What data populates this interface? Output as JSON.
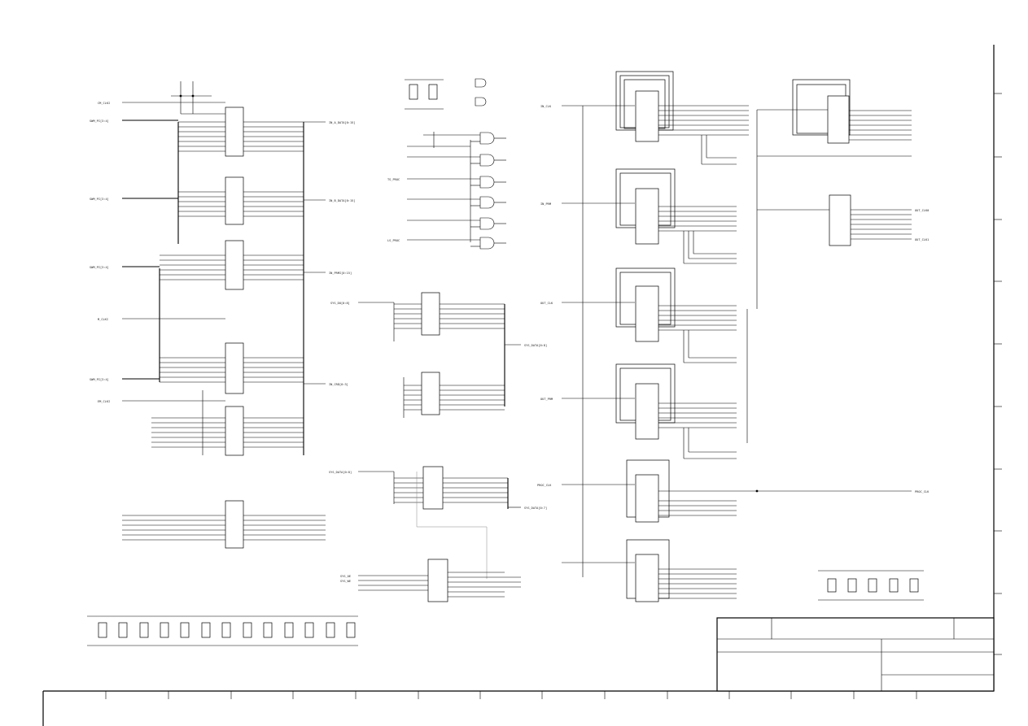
{
  "sheet": {
    "border_zone_labels": [
      "",
      "",
      "",
      "",
      "",
      "",
      "",
      "",
      "",
      "",
      "",
      "",
      "",
      "",
      "",
      ""
    ],
    "title_block": {
      "title": "",
      "drawing_no": "",
      "revision": ""
    }
  },
  "ports": [
    {
      "id": "p1",
      "text": "CM_CLKI"
    },
    {
      "id": "p2",
      "text": "SWM_PI[3:4]"
    },
    {
      "id": "p3",
      "text": "SWM_PI[3:4]"
    },
    {
      "id": "p4",
      "text": "SWM_PI[3:4]"
    },
    {
      "id": "p5",
      "text": "SWM_PI[3:4]"
    },
    {
      "id": "p6",
      "text": "M_CLKI"
    },
    {
      "id": "p7",
      "text": "EM_CLKI"
    },
    {
      "id": "p8",
      "text": "SYS_DO[0:8]"
    },
    {
      "id": "p9",
      "text": "SYS_DATA[0:8]"
    },
    {
      "id": "p10",
      "text": "SYS_OE"
    },
    {
      "id": "p11",
      "text": "SYS_WE"
    },
    {
      "id": "p12",
      "text": "IN_CLK"
    },
    {
      "id": "p13",
      "text": "IN_PRM"
    },
    {
      "id": "p14",
      "text": "OUT_CLK"
    },
    {
      "id": "p15",
      "text": "OUT_PRM"
    },
    {
      "id": "p16",
      "text": "PROC_CLK"
    },
    {
      "id": "p17",
      "text": "TS_PROC"
    },
    {
      "id": "p18",
      "text": "LS_PROC"
    }
  ],
  "out_ports": [
    {
      "id": "o1",
      "text": "IN_A_DATA[0:15]"
    },
    {
      "id": "o2",
      "text": "IN_B_DATA[0:15]"
    },
    {
      "id": "o3",
      "text": "IN_PRMI[0:15]"
    },
    {
      "id": "o4",
      "text": "IN_CRD[0:3]"
    },
    {
      "id": "o5",
      "text": "SYS_DATA[0:8]"
    },
    {
      "id": "o6",
      "text": "SYS_DATA[0:7]"
    },
    {
      "id": "o7",
      "text": "OUT_CLK0"
    },
    {
      "id": "o8",
      "text": "OUT_CLK1"
    },
    {
      "id": "o9",
      "text": "PROC_CLK"
    }
  ]
}
